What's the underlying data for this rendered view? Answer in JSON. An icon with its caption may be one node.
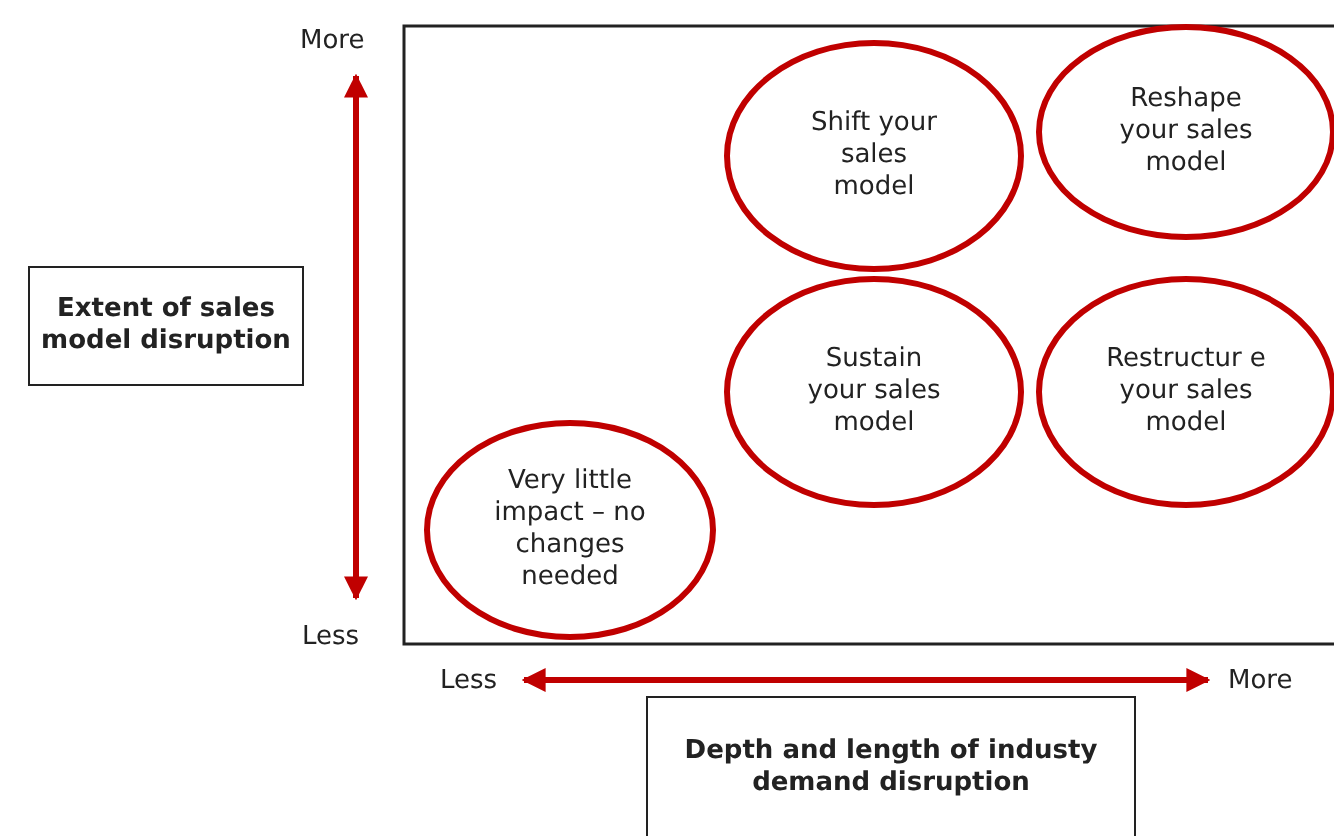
{
  "diagram": {
    "nodes": [
      {
        "text": [
          "Extent of sales model disruption"
        ]
      },
      {
        "text": [
          "Shift your sales model"
        ]
      },
      {
        "text": [
          "Reshape your sales model"
        ]
      },
      {
        "text": [
          "Sustain your sales model"
        ]
      },
      {
        "text": [
          "Restructur e your sales model"
        ]
      },
      {
        "text": [
          "Very little impact – no changes needed"
        ]
      },
      {
        "text": [
          "Depth and length of industy demand disruption"
        ]
      }
    ],
    "edges": [],
    "labels": [
      "More",
      "Less",
      "Less",
      "More"
    ]
  }
}
